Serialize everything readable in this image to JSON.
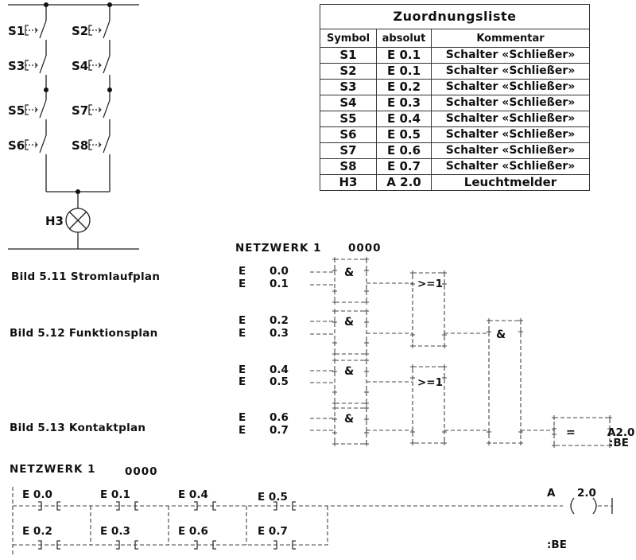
{
  "zuordnungsliste": {
    "title": "Zuordnungsliste",
    "headers": [
      "Symbol",
      "absolut",
      "Kommentar"
    ],
    "rows": [
      [
        "S1",
        "E 0.1",
        "Schalter «Schließer»"
      ],
      [
        "S2",
        "E 0.1",
        "Schalter «Schließer»"
      ],
      [
        "S3",
        "E 0.2",
        "Schalter «Schließer»"
      ],
      [
        "S4",
        "E 0.3",
        "Schalter «Schließer»"
      ],
      [
        "S5",
        "E 0.4",
        "Schalter «Schließer»"
      ],
      [
        "S6",
        "E 0.5",
        "Schalter «Schließer»"
      ],
      [
        "S7",
        "E 0.6",
        "Schalter «Schließer»"
      ],
      [
        "S8",
        "E 0.7",
        "Schalter «Schließer»"
      ],
      [
        "H3",
        "A 2.0",
        "Leuchtmelder"
      ]
    ]
  },
  "stromlaufplan": {
    "switches": [
      "S1",
      "S2",
      "S3",
      "S4",
      "S5",
      "S7",
      "S6",
      "S8"
    ],
    "lamp": "H3"
  },
  "captions": {
    "stromlaufplan": "Bild 5.11 Stromlaufplan",
    "funktionsplan": "Bild 5.12 Funktionsplan",
    "kontaktplan": "Bild 5.13 Kontaktplan"
  },
  "funktionsplan": {
    "network_label": "NETZWERK 1",
    "network_number": "0000",
    "inputs": [
      {
        "op": "E",
        "addr": "0.0"
      },
      {
        "op": "E",
        "addr": "0.1"
      },
      {
        "op": "E",
        "addr": "0.2"
      },
      {
        "op": "E",
        "addr": "0.3"
      },
      {
        "op": "E",
        "addr": "0.4"
      },
      {
        "op": "E",
        "addr": "0.5"
      },
      {
        "op": "E",
        "addr": "0.6"
      },
      {
        "op": "E",
        "addr": "0.7"
      }
    ],
    "and_symbol": "&",
    "or_symbol": ">=1",
    "assign_symbol": "=",
    "output": "A2.0",
    "block_end": ":BE"
  },
  "kontaktplan": {
    "network_label": "NETZWERK 1",
    "network_number": "0000",
    "row1": [
      "E  0.0",
      "E  0.1",
      "E  0.4",
      "E  0.5"
    ],
    "row2": [
      "E  0.2",
      "E  0.3",
      "E  0.6",
      "E  0.7"
    ],
    "coil_operand": "A",
    "coil_addr": "2.0",
    "block_end": ":BE"
  }
}
